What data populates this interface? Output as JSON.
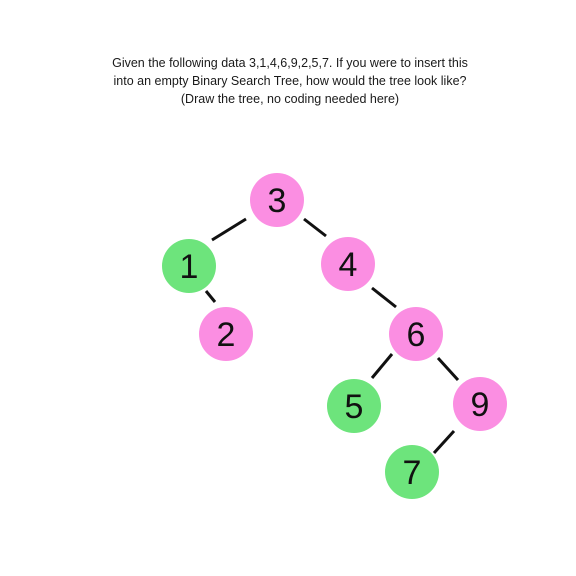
{
  "question": {
    "line1": "Given the following data 3,1,4,6,9,2,5,7. If you were to insert this",
    "line2": "into an empty Binary Search Tree, how would the tree look like?",
    "line3": "(Draw the tree, no coding needed here)"
  },
  "colors": {
    "pink_node": "#fb8ee2",
    "green_node": "#6de47c",
    "edge": "#111111"
  },
  "tree": {
    "nodes": [
      {
        "id": "n3",
        "label": "3",
        "color": "pink"
      },
      {
        "id": "n1",
        "label": "1",
        "color": "green"
      },
      {
        "id": "n4",
        "label": "4",
        "color": "pink"
      },
      {
        "id": "n2",
        "label": "2",
        "color": "pink"
      },
      {
        "id": "n6",
        "label": "6",
        "color": "pink"
      },
      {
        "id": "n5",
        "label": "5",
        "color": "green"
      },
      {
        "id": "n9",
        "label": "9",
        "color": "pink"
      },
      {
        "id": "n7",
        "label": "7",
        "color": "green"
      }
    ],
    "edges": [
      {
        "from": "n3",
        "to": "n1"
      },
      {
        "from": "n3",
        "to": "n4"
      },
      {
        "from": "n1",
        "to": "n2"
      },
      {
        "from": "n4",
        "to": "n6"
      },
      {
        "from": "n6",
        "to": "n5"
      },
      {
        "from": "n6",
        "to": "n9"
      },
      {
        "from": "n9",
        "to": "n7"
      }
    ]
  }
}
